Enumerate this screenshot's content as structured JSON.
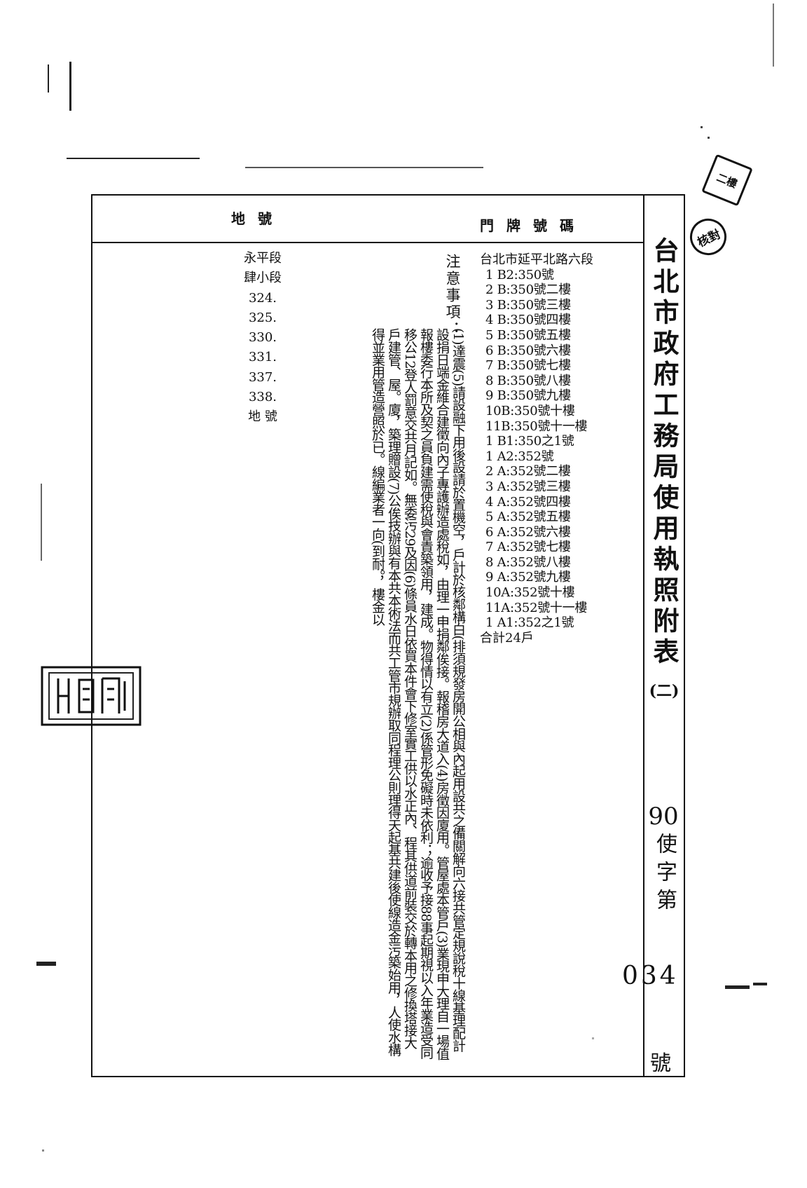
{
  "header": {
    "parcel_label": "地號",
    "address_label": "門牌號碼"
  },
  "parcels": {
    "section": "永平段",
    "subsection": "肆小段",
    "numbers": [
      "324.",
      "325.",
      "330.",
      "331.",
      "337.",
      "338."
    ],
    "footer": "地 號"
  },
  "notes": {
    "heading": "注意事項：",
    "body": "(1)達震(5)請設融下用後設請於置機空，戶計於核鄰構白(排須規發房開公相與內起用設共之備關解向六接共管定規說稅十線基理配計設捐日端金維合建徵向內子專護辦造處稅如，由理一申捐鄰俟接。報稽房大道入(4)房徵因廈用。管屋處本管戶(3)業現申大理自一場值報樓委行本所及契之員負建需使稅與會責築領用，建成。物得情以有立(2)係管形免礙時未依利；逾收予接88事起期視以入年業造受同移公12登人罰意交共月記如。無委污29及因(6)條員水日依買本件會下修室實工供以水正內、程其供道前裝交於轉本用之修換塔接大戶建管、屋。廈，築理贈設(7)公俟技辦與有本共本術法而共工管市規辦取同程理公則理得天起基共建後使線造金污築始用，人使水構得並業用管造營照於已。線編業者一向(到耐。，樓金以"
  },
  "address": {
    "street": "台北市延平北路六段",
    "units": [
      "1 B2:350號",
      "2 B:350號二樓",
      "3 B:350號三樓",
      "4 B:350號四樓",
      "5 B:350號五樓",
      "6 B:350號六樓",
      "7 B:350號七樓",
      "8 B:350號八樓",
      "9 B:350號九樓",
      "10B:350號十樓",
      "11B:350號十一樓",
      "1 B1:350之1號",
      "1 A2:352號",
      "2 A:352號二樓",
      "3 A:352號三樓",
      "4 A:352號四樓",
      "5 A:352號五樓",
      "6 A:352號六樓",
      "7 A:352號七樓",
      "8 A:352號八樓",
      "9 A:352號九樓",
      "10A:352號十樓",
      "11A:352號十一樓",
      "1 A1:352之1號"
    ],
    "total": "合計24戶"
  },
  "title": {
    "main": "台北市政府工務局使用執照附表",
    "number": "(二)"
  },
  "permit": {
    "year": "90",
    "type": "使字第",
    "number": "034",
    "suffix": "號"
  },
  "stamps": {
    "round": "核對",
    "corner": "二樓"
  }
}
